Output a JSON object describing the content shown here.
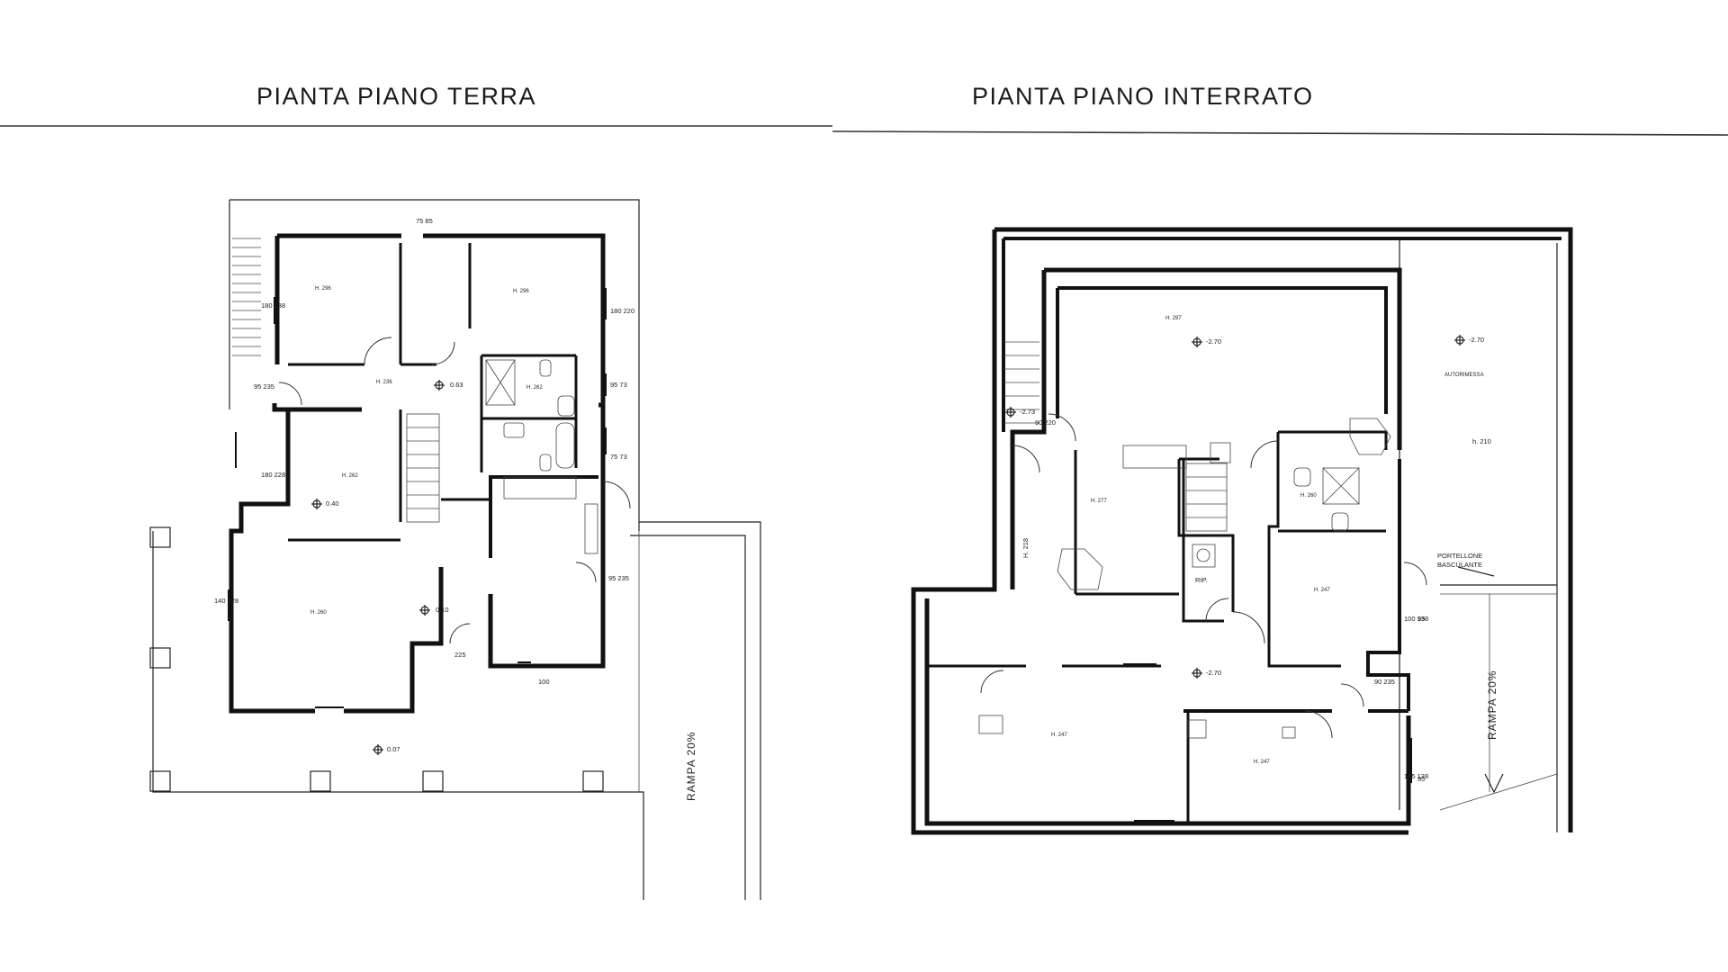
{
  "titles": {
    "ground_floor": "PIANTA  PIANO  TERRA",
    "basement": "PIANTA  PIANO  INTERRATO"
  },
  "ground_floor": {
    "room_heights": [
      "H. 296",
      "H. 296",
      "H. 236",
      "H. 262",
      "H. 262",
      "H. 260"
    ],
    "levels": [
      "0.63",
      "0.40",
      "0.10",
      "0.07"
    ],
    "window_dims": [
      "180\n138",
      "95\n235",
      "180\n228",
      "140\n228",
      "180\n220",
      "95\n73",
      "75\n73",
      "95\n235",
      "75 85",
      "225",
      "100"
    ],
    "ramp_label": "RAMPA 20%"
  },
  "basement": {
    "room_heights": [
      "H. 297",
      "H. 277",
      "H. 260",
      "H. 247",
      "H. 247",
      "H. 247",
      "h. 210",
      "H. 218"
    ],
    "levels": [
      "-2.70",
      "-2.70",
      "-2.73",
      "-2.70"
    ],
    "room_labels": [
      "AUTORIMESSA",
      "RIP."
    ],
    "garage_door_label": [
      "PORTELLONE",
      "BASCULANTE"
    ],
    "window_dims": [
      "90\n220",
      "100\n138",
      "90\n235",
      "175\n138"
    ],
    "extra_dims": [
      "95",
      "95"
    ],
    "ramp_label": "RAMPA 20%"
  },
  "colors": {
    "ink": "#111111",
    "paper": "#ffffff"
  }
}
